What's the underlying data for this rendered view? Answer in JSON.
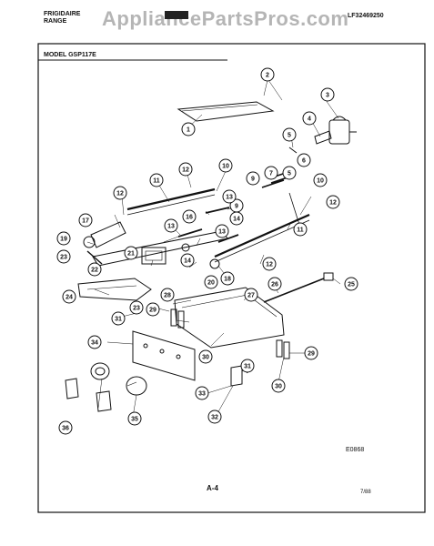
{
  "header": {
    "brand": "FRIGIDAIRE",
    "product": "RANGE",
    "part_number": "LF32469250",
    "model_label": "MODEL GSP117E"
  },
  "watermark": "AppliancePartsPros.com",
  "footer": {
    "diagram_code": "E0868",
    "page_number": "A-4",
    "date_code": "7/88"
  },
  "colors": {
    "ink": "#111111",
    "background": "#ffffff"
  },
  "callouts": [
    {
      "id": "c1",
      "label": "1"
    },
    {
      "id": "c2",
      "label": "2"
    },
    {
      "id": "c3",
      "label": "3"
    },
    {
      "id": "c4",
      "label": "4"
    },
    {
      "id": "c5a",
      "label": "5"
    },
    {
      "id": "c5b",
      "label": "5"
    },
    {
      "id": "c6",
      "label": "6"
    },
    {
      "id": "c7",
      "label": "7"
    },
    {
      "id": "c9a",
      "label": "9"
    },
    {
      "id": "c9b",
      "label": "9"
    },
    {
      "id": "c10a",
      "label": "10"
    },
    {
      "id": "c10b",
      "label": "10"
    },
    {
      "id": "c11a",
      "label": "11"
    },
    {
      "id": "c11b",
      "label": "11"
    },
    {
      "id": "c12a",
      "label": "12"
    },
    {
      "id": "c12b",
      "label": "12"
    },
    {
      "id": "c12c",
      "label": "12"
    },
    {
      "id": "c12d",
      "label": "12"
    },
    {
      "id": "c13a",
      "label": "13"
    },
    {
      "id": "c13b",
      "label": "13"
    },
    {
      "id": "c13c",
      "label": "13"
    },
    {
      "id": "c14a",
      "label": "14"
    },
    {
      "id": "c14b",
      "label": "14"
    },
    {
      "id": "c16",
      "label": "16"
    },
    {
      "id": "c17",
      "label": "17"
    },
    {
      "id": "c18",
      "label": "18"
    },
    {
      "id": "c19",
      "label": "19"
    },
    {
      "id": "c20",
      "label": "20"
    },
    {
      "id": "c21",
      "label": "21"
    },
    {
      "id": "c22",
      "label": "22"
    },
    {
      "id": "c23a",
      "label": "23"
    },
    {
      "id": "c23b",
      "label": "23"
    },
    {
      "id": "c24",
      "label": "24"
    },
    {
      "id": "c25",
      "label": "25"
    },
    {
      "id": "c26",
      "label": "26"
    },
    {
      "id": "c27",
      "label": "27"
    },
    {
      "id": "c28",
      "label": "28"
    },
    {
      "id": "c29a",
      "label": "29"
    },
    {
      "id": "c29b",
      "label": "29"
    },
    {
      "id": "c30a",
      "label": "30"
    },
    {
      "id": "c30b",
      "label": "30"
    },
    {
      "id": "c31a",
      "label": "31"
    },
    {
      "id": "c31b",
      "label": "31"
    },
    {
      "id": "c32",
      "label": "32"
    },
    {
      "id": "c33",
      "label": "33"
    },
    {
      "id": "c34",
      "label": "34"
    },
    {
      "id": "c35",
      "label": "35"
    },
    {
      "id": "c36",
      "label": "36"
    }
  ]
}
